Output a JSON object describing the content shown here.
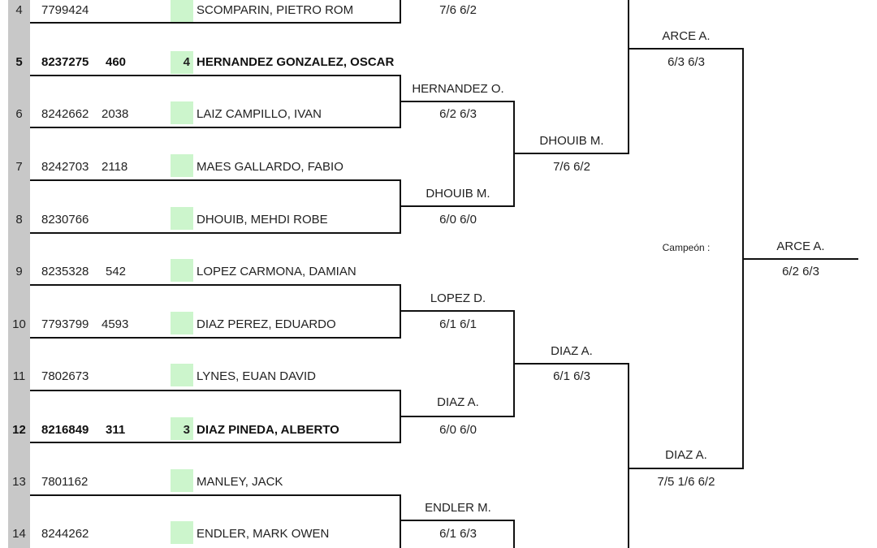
{
  "players": [
    {
      "pos": "4",
      "id": "7799424",
      "rank": "",
      "seed": "",
      "name": "SCOMPARIN, PIETRO ROM",
      "bold": false
    },
    {
      "pos": "5",
      "id": "8237275",
      "rank": "460",
      "seed": "4",
      "name": "HERNANDEZ GONZALEZ, OSCAR",
      "bold": true
    },
    {
      "pos": "6",
      "id": "8242662",
      "rank": "2038",
      "seed": "",
      "name": "LAIZ CAMPILLO, IVAN",
      "bold": false
    },
    {
      "pos": "7",
      "id": "8242703",
      "rank": "2118",
      "seed": "",
      "name": "MAES GALLARDO, FABIO",
      "bold": false
    },
    {
      "pos": "8",
      "id": "8230766",
      "rank": "",
      "seed": "",
      "name": "DHOUIB, MEHDI ROBE",
      "bold": false
    },
    {
      "pos": "9",
      "id": "8235328",
      "rank": "542",
      "seed": "",
      "name": "LOPEZ CARMONA, DAMIAN",
      "bold": false
    },
    {
      "pos": "10",
      "id": "7793799",
      "rank": "4593",
      "seed": "",
      "name": "DIAZ PEREZ, EDUARDO",
      "bold": false
    },
    {
      "pos": "11",
      "id": "7802673",
      "rank": "",
      "seed": "",
      "name": "LYNES, EUAN DAVID",
      "bold": false
    },
    {
      "pos": "12",
      "id": "8216849",
      "rank": "311",
      "seed": "3",
      "name": "DIAZ PINEDA, ALBERTO",
      "bold": true
    },
    {
      "pos": "13",
      "id": "7801162",
      "rank": "",
      "seed": "",
      "name": "MANLEY, JACK",
      "bold": false
    },
    {
      "pos": "14",
      "id": "8244262",
      "rank": "",
      "seed": "",
      "name": "ENDLER, MARK OWEN",
      "bold": false
    }
  ],
  "round2": [
    {
      "winner": "",
      "score": "7/6 6/2"
    },
    {
      "winner": "HERNANDEZ O.",
      "score": "6/2 6/3"
    },
    {
      "winner": "DHOUIB M.",
      "score": "6/0 6/0"
    },
    {
      "winner": "LOPEZ D.",
      "score": "6/1 6/1"
    },
    {
      "winner": "DIAZ A.",
      "score": "6/0 6/0"
    },
    {
      "winner": "ENDLER M.",
      "score": "6/1 6/3"
    }
  ],
  "round3": [
    {
      "winner": "DHOUIB M.",
      "score": "7/6 6/2"
    },
    {
      "winner": "DIAZ A.",
      "score": "6/1 6/3"
    }
  ],
  "semis": [
    {
      "winner": "ARCE A.",
      "score": "6/3 6/3"
    },
    {
      "winner": "DIAZ A.",
      "score": "7/5 1/6 6/2"
    }
  ],
  "final": {
    "label": "Campeón :",
    "winner": "ARCE A.",
    "score": "6/2 6/3"
  }
}
